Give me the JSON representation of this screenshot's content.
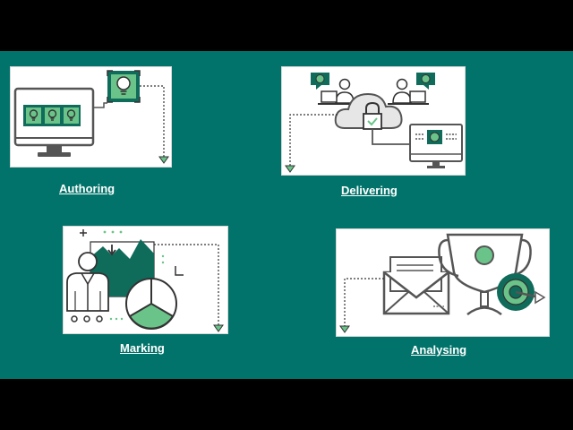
{
  "colors": {
    "background": "#02736a",
    "outer": "#000000",
    "accent_green": "#6ac48a",
    "dark_teal": "#0f6b5a",
    "line_gray": "#555555",
    "label": "#ffffff"
  },
  "sections": [
    {
      "label": "Authoring",
      "icon": "monitor-lightbulb-icon"
    },
    {
      "label": "Delivering",
      "icon": "cloud-users-lock-icon"
    },
    {
      "label": "Marking",
      "icon": "person-pie-chart-icon"
    },
    {
      "label": "Analysing",
      "icon": "envelope-trophy-target-icon"
    }
  ]
}
